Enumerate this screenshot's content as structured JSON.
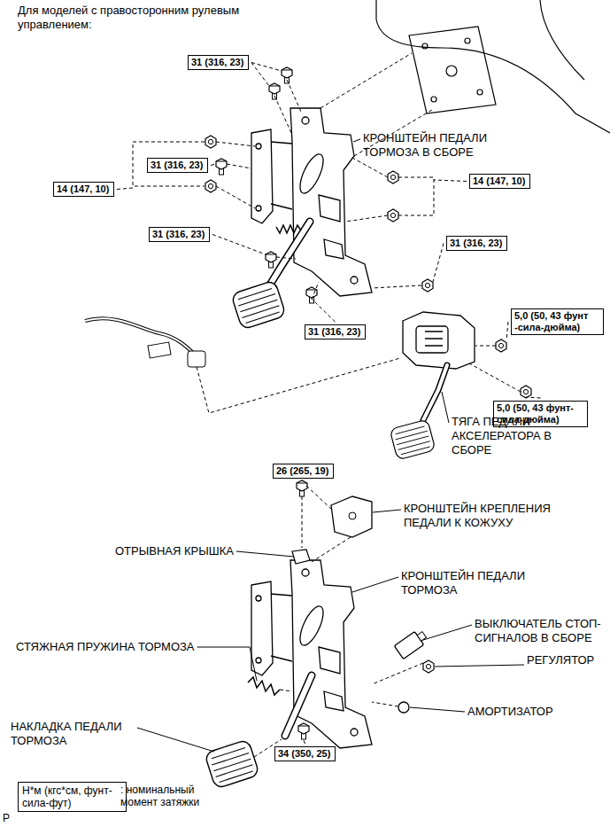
{
  "diagram": {
    "title": "Для моделей с правосторонним рулевым управлением:",
    "nodes": [
      {
        "text": [
          "31 (316, 23)"
        ]
      },
      {
        "text": [
          "31 (316, 23)"
        ]
      },
      {
        "text": [
          "14 (147, 10)"
        ]
      },
      {
        "text": [
          "14 (147, 10)"
        ]
      },
      {
        "text": [
          "31 (316, 23)"
        ]
      },
      {
        "text": [
          "31 (316, 23)"
        ]
      },
      {
        "text": [
          "5,0 (50, 43 фунт -сила-дюйма)"
        ]
      },
      {
        "text": [
          "31 (316, 23)"
        ]
      },
      {
        "text": [
          "5,0 (50, 43 фунт- сила-дюйма)"
        ]
      },
      {
        "text": [
          "26 (265, 19)"
        ]
      },
      {
        "text": [
          "34 (350, 25)"
        ]
      },
      {
        "text": [
          "Н*м (кгс*см, фунт-сила-фут)"
        ]
      }
    ],
    "labels": [
      "КРОНШТЕЙН ПЕДАЛИ ТОРМОЗА В СБОРЕ",
      "ТЯГА ПЕДАЛИ АКСЕЛЕРАТОРА В СБОРЕ",
      "КРОНШТЕЙН КРЕПЛЕНИЯ ПЕДАЛИ К КОЖУХУ",
      "ОТРЫВНАЯ КРЫШКА",
      "КРОНШТЕЙН ПЕДАЛИ ТОРМОЗА",
      "ВЫКЛЮЧАТЕЛЬ СТОП-СИГНАЛОВ В СБОРЕ",
      "РЕГУЛЯТОР",
      "СТЯЖНАЯ ПРУЖИНА ТОРМОЗА",
      "АМОРТИЗАТОР",
      "НАКЛАДКА ПЕДАЛИ ТОРМОЗА",
      ": номинальный момент затяжки",
      "P"
    ]
  }
}
